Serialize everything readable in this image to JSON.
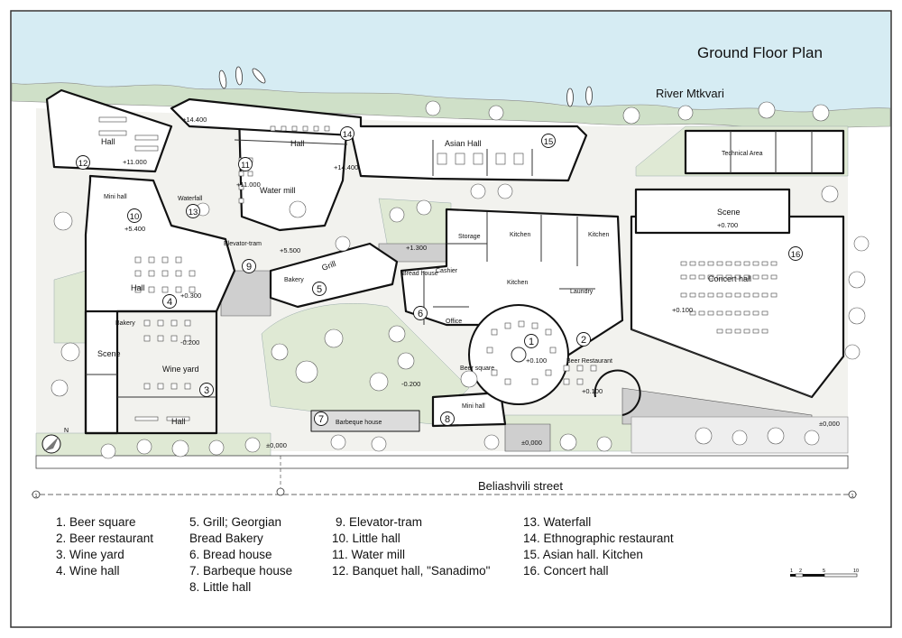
{
  "title": "Ground Floor Plan",
  "river": "River Mtkvari",
  "street": "Beliashvili street",
  "rooms": {
    "hall_banquet": "Hall",
    "hall_top": "Hall",
    "asian_hall": "Asian Hall",
    "technical_area": "Technical Area",
    "water_mill": "Water mill",
    "mini_hall_left": "Mini hall",
    "waterfall": "Waterfall",
    "elevator_tram": "Elevator-tram",
    "grill": "Grill",
    "bakery_center": "Bakery",
    "storage": "Storage",
    "kitchen_1": "Kitchen",
    "kitchen_2": "Kitchen",
    "kitchen_3": "Kitchen",
    "cashier": "Cashier",
    "bread_house": "Bread house",
    "office": "Office",
    "laundry": "Laundry",
    "scene_right": "Scene",
    "concert_hall": "Concert hall",
    "hall_wine": "Hall",
    "bakery_left": "Bakery",
    "scene_left": "Scene",
    "wine_yard": "Wine yard",
    "hall_bottom": "Hall",
    "beer_square": "Beer square",
    "beer_restaurant": "Beer Restaurant",
    "mini_hall_bottom": "Mini hall",
    "barbeque_house": "Barbeque house"
  },
  "elevations": {
    "e14400": "+14.400",
    "e11000a": "+11.000",
    "e11000b": "+11.000",
    "e14400b": "+14.400",
    "e5400": "+5.400",
    "e5500": "+5.500",
    "e1300": "+1.300",
    "e0300": "+0.300",
    "e0200a": "-0.200",
    "e0200b": "-0.200",
    "e0100a": "+0.100",
    "e0100b": "+0.100",
    "e0100c": "+0.100",
    "e0700": "+0.700",
    "e0000a": "±0,000",
    "e0000b": "±0,000",
    "e0000c": "±0,000"
  },
  "markers": [
    "1",
    "2",
    "3",
    "4",
    "5",
    "6",
    "7",
    "8",
    "9",
    "10",
    "11",
    "12",
    "13",
    "14",
    "15",
    "16"
  ],
  "legend": {
    "col1": [
      "1. Beer square",
      "2. Beer restaurant",
      "3. Wine yard",
      "4. Wine hall"
    ],
    "col2": [
      "5. Grill; Georgian",
      "Bread Bakery",
      "6. Bread house",
      "7. Barbeque house",
      "8. Little hall"
    ],
    "col3": [
      "9. Elevator-tram",
      "10. Little hall",
      "11. Water mill",
      "12. Banquet hall, \"Sanadimo\""
    ],
    "col4": [
      "13. Waterfall",
      "14. Ethnographic restaurant",
      "15. Asian hall. Kitchen",
      "16. Concert hall"
    ]
  },
  "scale_ticks": [
    "1",
    "2",
    "5",
    "10"
  ],
  "compass": "N",
  "axis_label": "1"
}
